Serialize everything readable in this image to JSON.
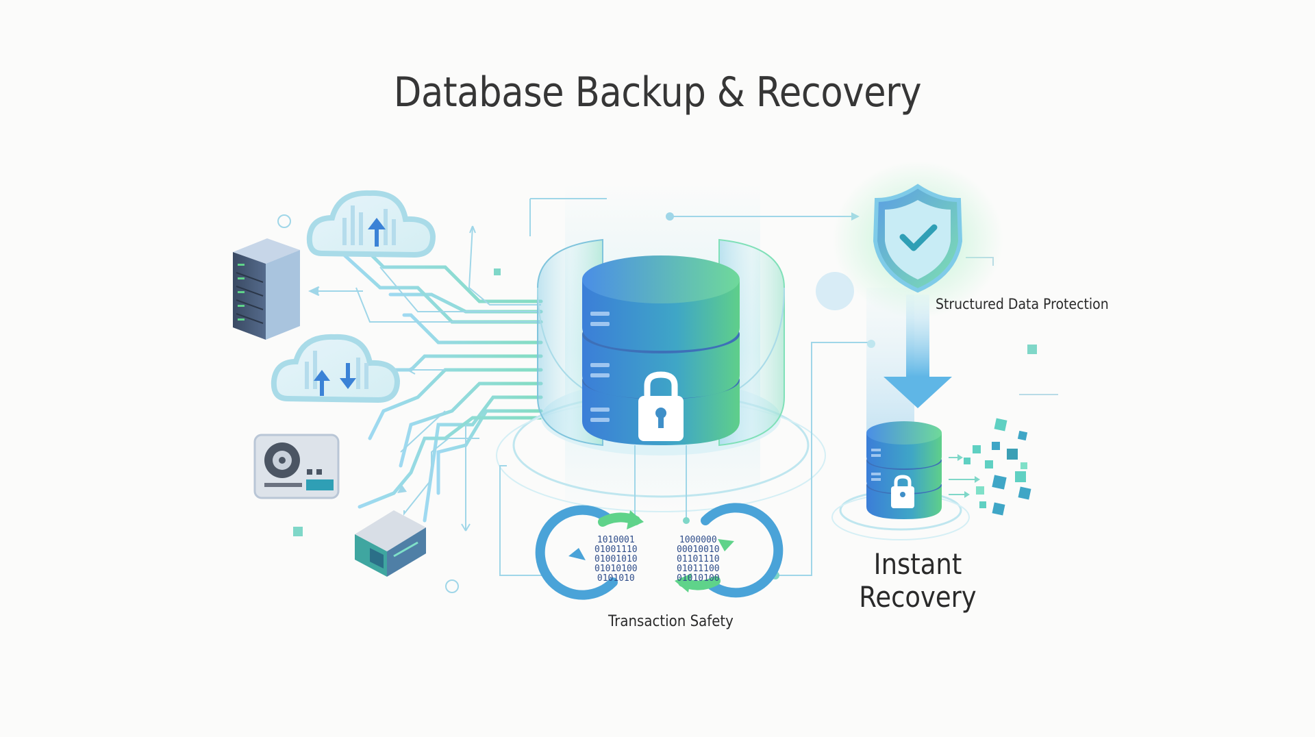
{
  "title": "Database Backup & Recovery",
  "labels": {
    "structured_data_protection": "Structured Data Protection",
    "transaction_safety": "Transaction Safety",
    "instant_recovery": "Instant Recovery"
  },
  "binary": {
    "left": "1010001\n01001110\n01001010\n01010100\n0101010",
    "right": "1000000\n00010010\n01101110\n01011100\n01010100"
  },
  "colors": {
    "blue": "#3b82d6",
    "green": "#58c98a",
    "teal": "#5fd0c2",
    "text": "#363636"
  },
  "icons": [
    "server-rack-icon",
    "cloud-upload-icon",
    "cloud-sync-icon",
    "disk-drive-icon",
    "external-drive-icon",
    "central-database-icon",
    "lock-icon",
    "shield-check-icon",
    "down-arrow-icon",
    "recovery-database-icon",
    "data-cubes-icon",
    "sync-cycle-icon"
  ]
}
